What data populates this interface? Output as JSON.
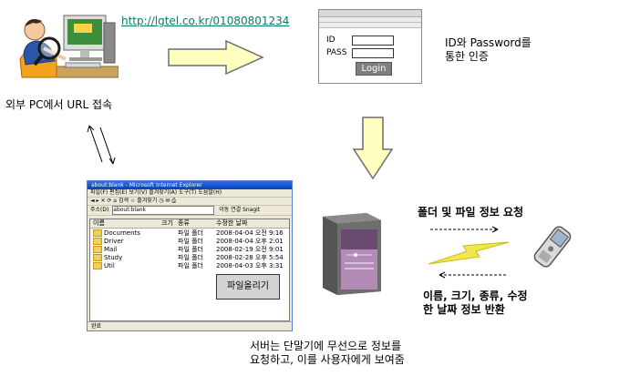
{
  "url_text": "http://lgtel.co.kr/01080801234",
  "caption_external_pc": "외부 PC에서 URL 접속",
  "caption_auth": "ID와 Password를\n통한 인증",
  "login": {
    "id_label": "ID",
    "pass_label": "PASS",
    "login_button": "Login"
  },
  "explorer": {
    "title": "about:blank - Microsoft Internet Explorer",
    "menu": "파일(F)  편집(E)  보기(V)  즐겨찾기(A)  도구(T)  도움말(H)",
    "toolbar": "◄ ▸ ✕ ⟳ ⌂   검색  ☆ 즐겨찾기  ◷   ✉  ⎙",
    "address_label": "주소(D)",
    "address_value": "about:blank",
    "address_go": "이동  연결  Snagit",
    "columns": {
      "name": "이름",
      "size": "크기",
      "type": "종류",
      "date": "수정한 날짜"
    },
    "rows": [
      {
        "name": "Documents",
        "type": "파일 폴더",
        "date": "2008-04-04 오전 9:16"
      },
      {
        "name": "Driver",
        "type": "파일 폴더",
        "date": "2008-04-04 오후 2:01"
      },
      {
        "name": "Mail",
        "type": "파일 폴더",
        "date": "2008-02-19 오전 9:01"
      },
      {
        "name": "Study",
        "type": "파일 폴더",
        "date": "2008-02-28 오후 5:54"
      },
      {
        "name": "Util",
        "type": "파일 폴더",
        "date": "2008-04-03 오후 3:31"
      }
    ],
    "upload_button": "파일올리기",
    "status": "완료"
  },
  "caption_server_phone": "서버는 단말기에 무선으로 정보를\n요청하고, 이를 사용자에게 보여줌",
  "caption_request": "폴더 및 파일 정보 요청",
  "caption_response": "이름, 크기, 종류, 수정\n한 날짜 정보 반환",
  "colors": {
    "arrow_fill": "#ffffc0",
    "arrow_stroke": "#6d6d6d",
    "url_color": "#0b7a6b",
    "lightning": "#f2e84a",
    "server_purple": "#a36aa8"
  }
}
